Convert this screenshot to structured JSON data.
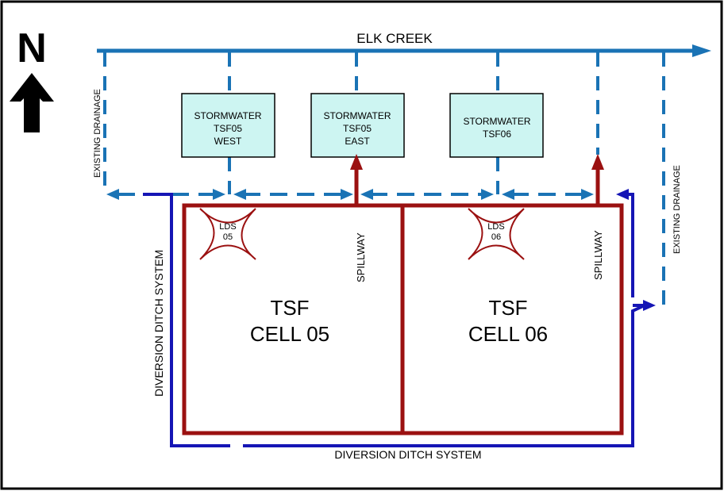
{
  "north": {
    "letter": "N"
  },
  "creek": {
    "label": "ELK CREEK"
  },
  "existing_drainage": {
    "left_label": "EXISTING DRAINAGE",
    "right_label": "EXISTING DRAINAGE"
  },
  "stormwater_boxes": [
    {
      "line1": "STORMWATER",
      "line2": "TSF05",
      "line3": "WEST"
    },
    {
      "line1": "STORMWATER",
      "line2": "TSF05",
      "line3": "EAST"
    },
    {
      "line1": "STORMWATER",
      "line2": "TSF06",
      "line3": ""
    }
  ],
  "cells": [
    {
      "line1": "TSF",
      "line2": "CELL 05"
    },
    {
      "line1": "TSF",
      "line2": "CELL 06"
    }
  ],
  "lds": [
    {
      "line1": "LDS",
      "line2": "05"
    },
    {
      "line1": "LDS",
      "line2": "06"
    }
  ],
  "spillways": [
    "SPILLWAY",
    "SPILLWAY"
  ],
  "diversion": {
    "left_label": "DIVERSION DITCH SYSTEM",
    "bottom_label": "DIVERSION DITCH SYSTEM"
  },
  "colors": {
    "creek_blue": "#1a73b5",
    "ditch_blue": "#1515b5",
    "cell_red": "#9b1111",
    "box_fill": "#cdf5f2",
    "frame": "#000000"
  }
}
